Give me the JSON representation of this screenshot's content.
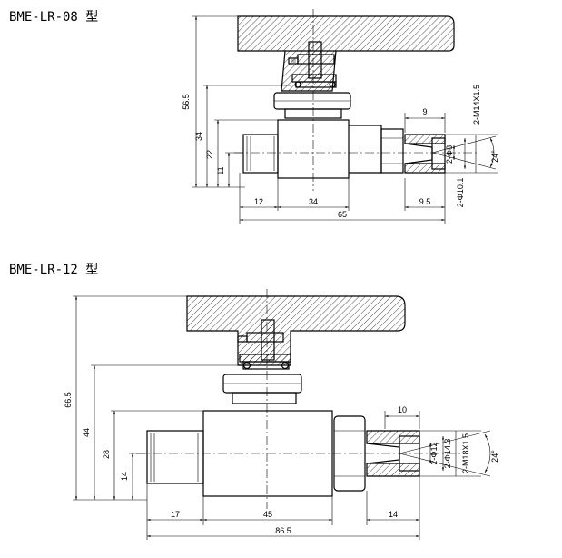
{
  "views": [
    {
      "id": "bme-lr-08",
      "title": "BME-LR-08 型",
      "dims": {
        "total_height": "56.5",
        "stem_height": "34",
        "body_top": "22",
        "center_height": "11",
        "left_len": "12",
        "body_len": "34",
        "total_len": "65",
        "right_len": "9.5",
        "port_depth": "9",
        "thread": "2-M14X1.5",
        "bore_small": "2-Φ8",
        "bore_large": "2-Φ10.1",
        "angle": "24°"
      }
    },
    {
      "id": "bme-lr-12",
      "title": "BME-LR-12 型",
      "dims": {
        "total_height": "66.5",
        "stem_height": "44",
        "body_top": "28",
        "center_height": "14",
        "left_len": "17",
        "body_len": "45",
        "total_len": "86.5",
        "right_len": "14",
        "port_depth": "10",
        "thread": "2-M18X1.5",
        "bore_small": "2-Φ12",
        "bore_large": "2-Φ14.3",
        "angle": "24°"
      }
    }
  ]
}
